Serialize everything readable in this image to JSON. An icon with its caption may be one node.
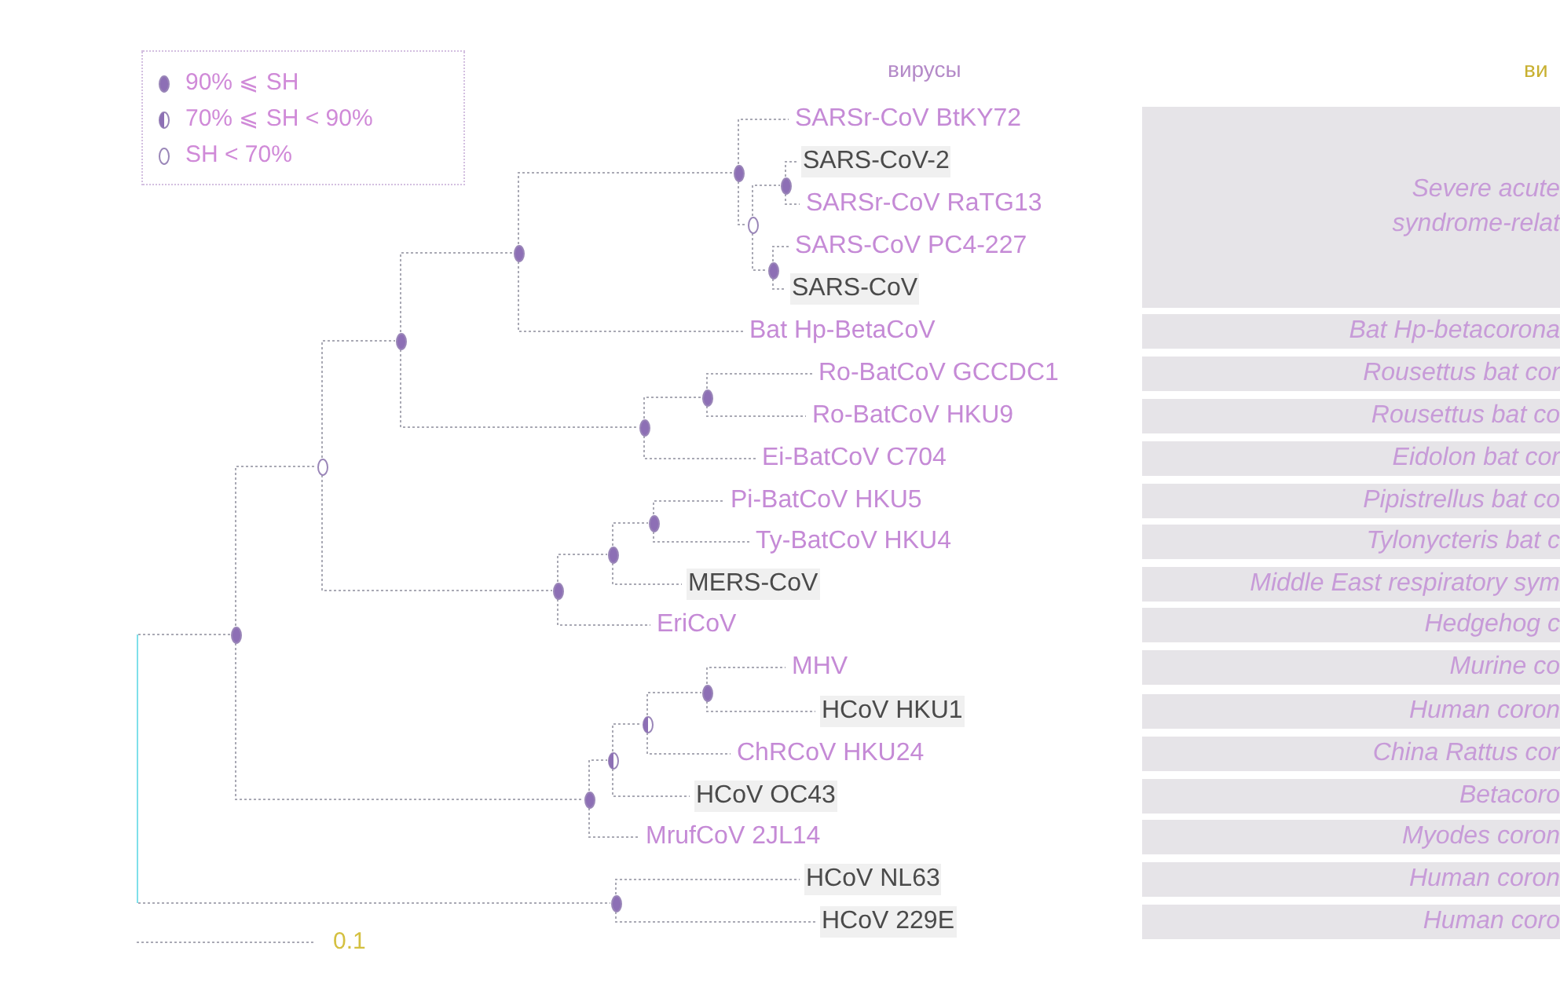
{
  "diagram": {
    "nodes": [
      {
        "text": [
          "SARSr-CoV BtKY72"
        ]
      },
      {
        "text": [
          "SARS-CoV-2"
        ]
      },
      {
        "text": [
          "SARSr-CoV RaTG13"
        ]
      },
      {
        "text": [
          "SARS-CoV PC4-227"
        ]
      },
      {
        "text": [
          "SARS-CoV"
        ]
      },
      {
        "text": [
          "Bat Hp-BetaCoV"
        ]
      },
      {
        "text": [
          "Ro-BatCoV GCCDC1"
        ]
      },
      {
        "text": [
          "Ro-BatCoV HKU9"
        ]
      },
      {
        "text": [
          "Ei-BatCoV C704"
        ]
      },
      {
        "text": [
          "Pi-BatCoV HKU5"
        ]
      },
      {
        "text": [
          "Ty-BatCoV HKU4"
        ]
      },
      {
        "text": [
          "MERS-CoV"
        ]
      },
      {
        "text": [
          "EriCoV"
        ]
      },
      {
        "text": [
          "MHV"
        ]
      },
      {
        "text": [
          "HCoV HKU1"
        ]
      },
      {
        "text": [
          "ChRCoV HKU24"
        ]
      },
      {
        "text": [
          "HCoV OC43"
        ]
      },
      {
        "text": [
          "MrufCoV 2JL14"
        ]
      },
      {
        "text": [
          "HCoV NL63"
        ]
      },
      {
        "text": [
          "HCoV 229E"
        ]
      },
      {
        "text": [],
        "shape": "bar"
      },
      {
        "text": [],
        "shape": "circle"
      },
      {
        "text": [],
        "shape": "circle"
      },
      {
        "text": [],
        "shape": "circle"
      },
      {
        "text": [],
        "shape": "circle"
      },
      {
        "text": [],
        "shape": "circle"
      },
      {
        "text": [],
        "shape": "circle"
      },
      {
        "text": [],
        "shape": "circle"
      },
      {
        "text": [],
        "shape": "circle"
      },
      {
        "text": [],
        "shape": "circle"
      },
      {
        "text": [],
        "shape": "circle"
      },
      {
        "text": [],
        "shape": "circle"
      },
      {
        "text": [],
        "shape": "circle"
      },
      {
        "text": [],
        "shape": "circle"
      },
      {
        "text": [],
        "shape": "circle"
      },
      {
        "text": [],
        "shape": "circle"
      },
      {
        "text": [],
        "shape": "circle"
      },
      {
        "text": [],
        "shape": "circle"
      },
      {
        "text": [],
        "shape": "circle"
      }
    ],
    "edges": [
      {
        "from": 20,
        "to": 33,
        "arrow": "none"
      },
      {
        "from": 20,
        "to": 38,
        "arrow": "none"
      },
      {
        "from": 33,
        "to": 29,
        "arrow": "none"
      },
      {
        "from": 33,
        "to": 37,
        "arrow": "none"
      },
      {
        "from": 29,
        "to": 26,
        "arrow": "none"
      },
      {
        "from": 29,
        "to": 32,
        "arrow": "none"
      },
      {
        "from": 26,
        "to": 24,
        "arrow": "none"
      },
      {
        "from": 26,
        "to": 28,
        "arrow": "none"
      },
      {
        "from": 24,
        "to": 21,
        "arrow": "none"
      },
      {
        "from": 24,
        "to": 5,
        "arrow": "none"
      },
      {
        "from": 21,
        "to": 0,
        "arrow": "none"
      },
      {
        "from": 21,
        "to": 23,
        "arrow": "none"
      },
      {
        "from": 23,
        "to": 22,
        "arrow": "none"
      },
      {
        "from": 23,
        "to": 25,
        "arrow": "none"
      },
      {
        "from": 22,
        "to": 1,
        "arrow": "none"
      },
      {
        "from": 22,
        "to": 2,
        "arrow": "none"
      },
      {
        "from": 25,
        "to": 3,
        "arrow": "none"
      },
      {
        "from": 25,
        "to": 4,
        "arrow": "none"
      },
      {
        "from": 28,
        "to": 27,
        "arrow": "none"
      },
      {
        "from": 28,
        "to": 8,
        "arrow": "none"
      },
      {
        "from": 27,
        "to": 6,
        "arrow": "none"
      },
      {
        "from": 27,
        "to": 7,
        "arrow": "none"
      },
      {
        "from": 32,
        "to": 31,
        "arrow": "none"
      },
      {
        "from": 32,
        "to": 12,
        "arrow": "none"
      },
      {
        "from": 31,
        "to": 30,
        "arrow": "none"
      },
      {
        "from": 31,
        "to": 11,
        "arrow": "none"
      },
      {
        "from": 30,
        "to": 9,
        "arrow": "none"
      },
      {
        "from": 30,
        "to": 10,
        "arrow": "none"
      },
      {
        "from": 37,
        "to": 36,
        "arrow": "none"
      },
      {
        "from": 37,
        "to": 17,
        "arrow": "none"
      },
      {
        "from": 36,
        "to": 35,
        "arrow": "none"
      },
      {
        "from": 36,
        "to": 16,
        "arrow": "none"
      },
      {
        "from": 35,
        "to": 34,
        "arrow": "none"
      },
      {
        "from": 35,
        "to": 15,
        "arrow": "none"
      },
      {
        "from": 34,
        "to": 13,
        "arrow": "none"
      },
      {
        "from": 34,
        "to": 14,
        "arrow": "none"
      },
      {
        "from": 38,
        "to": 18,
        "arrow": "none"
      },
      {
        "from": 38,
        "to": 19,
        "arrow": "none"
      }
    ],
    "labels": [
      "вирусы",
      "ви",
      "Severe acute syndrome-relat",
      "Bat Hp-betacorona",
      "Rousettus bat cor",
      "Rousettus bat co",
      "Eidolon bat cor",
      "Pipistrellus bat co",
      "Tylonycteris bat c",
      "Middle East respiratory sym",
      "Hedgehog c",
      "Murine co",
      "Human coron",
      "China Rattus cor",
      "Betacoro",
      "Myodes coron",
      "Human coron",
      "Human coro",
      "0.1"
    ],
    "legend": [
      {
        "text": "90% ⩽ SH"
      },
      {
        "text": "70% ⩽ SH < 90%"
      },
      {
        "text": "SH < 70%"
      }
    ]
  }
}
